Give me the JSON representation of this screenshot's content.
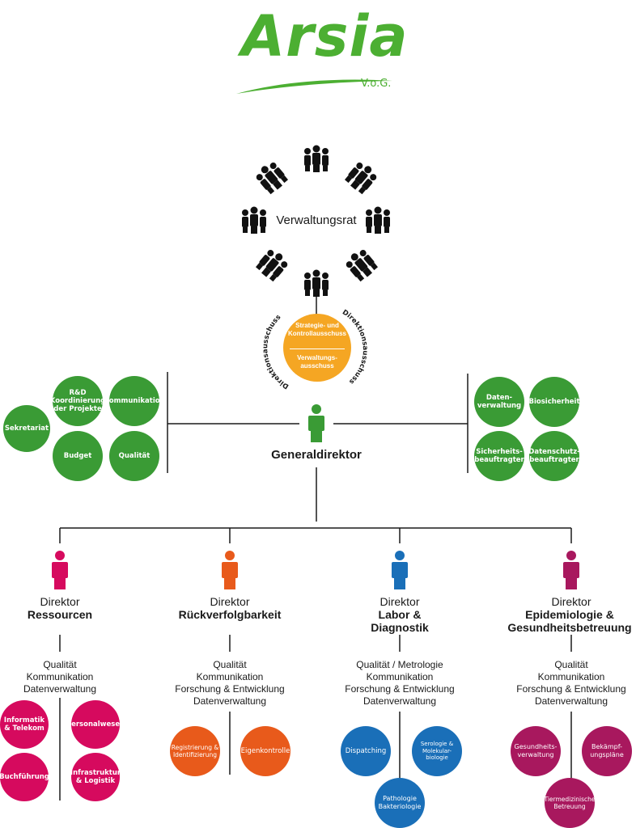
{
  "colors": {
    "green": "#3a9b35",
    "orange_board": "#f5a623",
    "magenta": "#d60a5e",
    "orange": "#e85a1b",
    "blue": "#1a6fb8",
    "purple": "#a8185e",
    "logo_green": "#4caf32"
  },
  "logo": {
    "name": "Arsia",
    "suffix": "V.o.G."
  },
  "board": {
    "label": "Verwaltungsrat",
    "left_arc": "Direktionsausschuss",
    "right_arc": "Direktionsausschuss",
    "circle_top": "Strategie- und Kontrollausschuss",
    "circle_bottom": "Verwaltungs- ausschuss"
  },
  "general_director": {
    "label": "Generaldirektor"
  },
  "left_units": {
    "sekretariat": "Sekretariat",
    "rd": "R&D Koordinierung der Projekte",
    "kommunikation": "Kommunikation",
    "budget": "Budget",
    "qualitaet": "Qualität"
  },
  "right_units": {
    "datenverwaltung": "Daten- verwaltung",
    "biosicherheit": "Biosicherheit",
    "sicherheit": "Sicherheits- beauftragter",
    "datenschutz": "Datenschutz- beauftragter"
  },
  "directors": [
    {
      "title": "Direktor",
      "name": "Ressourcen",
      "services": [
        "Qualität",
        "Kommunikation",
        "Datenverwaltung"
      ],
      "units": [
        "Informatik & Telekom",
        "Personalwesen",
        "Buchführung",
        "Infrastruktur & Logistik"
      ]
    },
    {
      "title": "Direktor",
      "name": "Rückverfolgbarkeit",
      "services": [
        "Qualität",
        "Kommunikation",
        "Forschung & Entwicklung",
        "Datenverwaltung"
      ],
      "units": [
        "Registrierung & Identifizierung",
        "Eigenkontrolle"
      ]
    },
    {
      "title": "Direktor",
      "name": "Labor & Diagnostik",
      "services": [
        "Qualität / Metrologie",
        "Kommunikation",
        "Forschung & Entwicklung",
        "Datenverwaltung"
      ],
      "units": [
        "Dispatching",
        "Serologie & Molekular- biologie",
        "Pathologie Bakteriologie"
      ]
    },
    {
      "title": "Direktor",
      "name": "Epidemiologie & Gesundheitsbetreuung",
      "services": [
        "Qualität",
        "Kommunikation",
        "Forschung & Entwicklung",
        "Datenverwaltung"
      ],
      "units": [
        "Gesundheits- verwaltung",
        "Bekämpf- ungspläne",
        "Tiermedizinische Betreuung"
      ]
    }
  ]
}
